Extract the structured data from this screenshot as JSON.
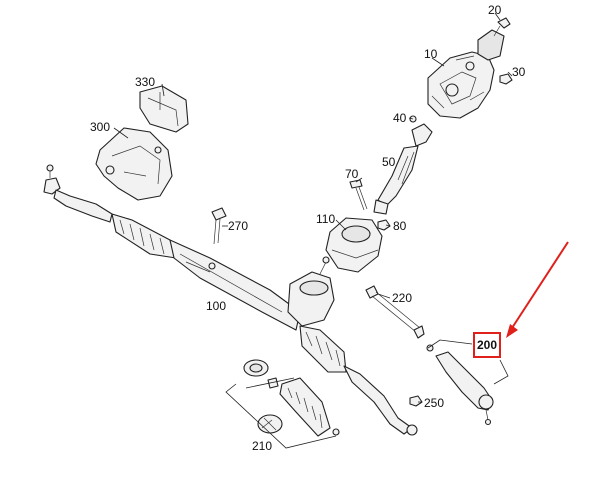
{
  "diagram": {
    "labels": {
      "p10": "10",
      "p20": "20",
      "p30": "30",
      "p40": "40",
      "p50": "50",
      "p70": "70",
      "p80": "80",
      "p100": "100",
      "p110": "110",
      "p200": "200",
      "p210": "210",
      "p220": "220",
      "p250": "250",
      "p270": "270",
      "p300": "300",
      "p330": "330"
    },
    "highlight": {
      "part": "200",
      "box_color": "#e0201b",
      "arrow_color": "#e0201b"
    },
    "line_color": "#222222",
    "part_fill": "#f2f2f2"
  }
}
